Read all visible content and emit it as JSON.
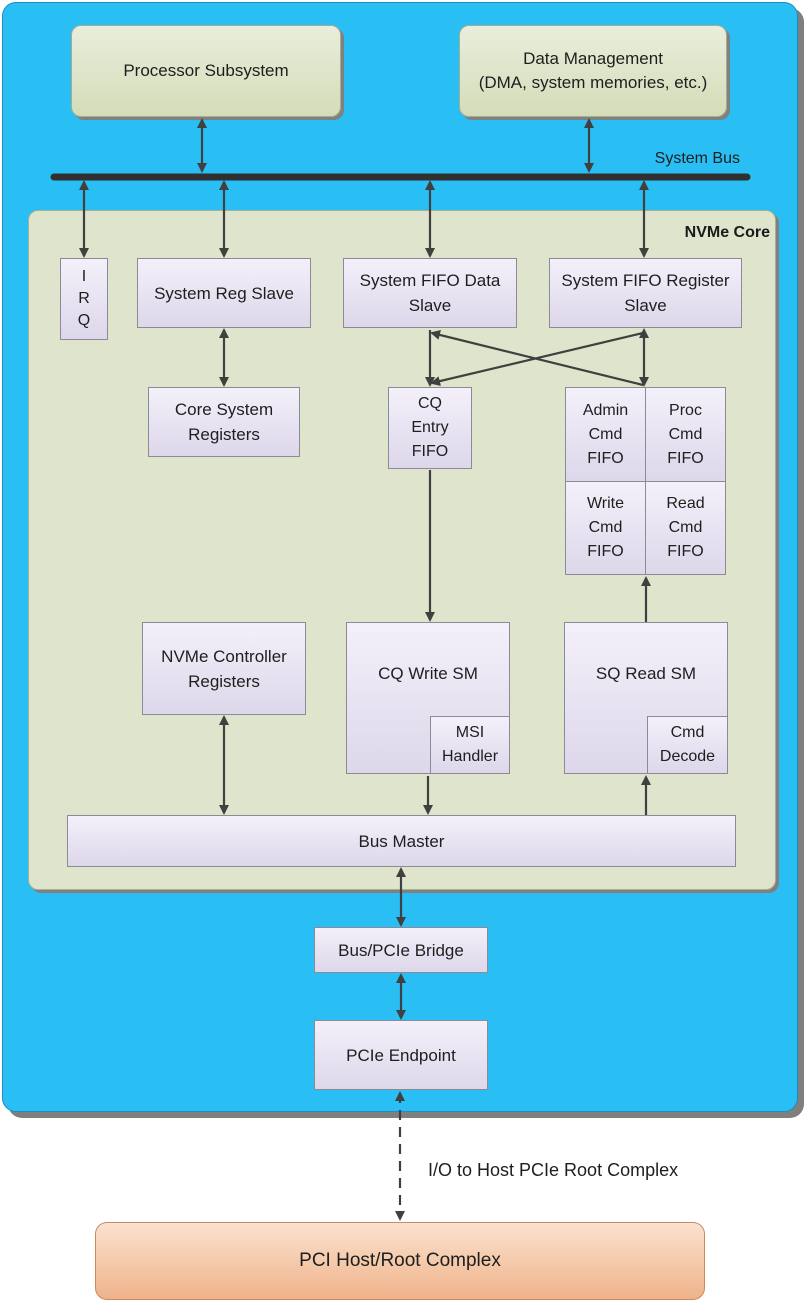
{
  "diagram": {
    "processor_subsystem": "Processor Subsystem",
    "data_management": "Data Management\n(DMA, system memories, etc.)",
    "system_bus_label": "System Bus",
    "nvme_core_title": "NVMe Core",
    "irq": "I\nR\nQ",
    "system_reg_slave": "System Reg Slave",
    "system_fifo_data_slave": "System FIFO Data\nSlave",
    "system_fifo_register_slave": "System FIFO Register\nSlave",
    "core_system_registers": "Core System\nRegisters",
    "cq_entry_fifo": "CQ\nEntry\nFIFO",
    "admin_cmd_fifo": "Admin\nCmd\nFIFO",
    "proc_cmd_fifo": "Proc\nCmd\nFIFO",
    "write_cmd_fifo": "Write\nCmd\nFIFO",
    "read_cmd_fifo": "Read\nCmd\nFIFO",
    "nvme_controller_registers": "NVMe Controller\nRegisters",
    "cq_write_sm": "CQ Write SM",
    "msi_handler": "MSI\nHandler",
    "sq_read_sm": "SQ Read SM",
    "cmd_decode": "Cmd\nDecode",
    "bus_master": "Bus Master",
    "bus_pcie_bridge": "Bus/PCIe Bridge",
    "pcie_endpoint": "PCIe Endpoint",
    "io_label": "I/O to Host PCIe Root Complex",
    "pci_host_root_complex": "PCI Host/Root Complex"
  },
  "colors": {
    "outer_background": "#29bff5",
    "core_background": "#dfe5cc",
    "block_fill": "#e6e1f0",
    "host_fill": "#f4c3a0",
    "line": "#404040"
  }
}
